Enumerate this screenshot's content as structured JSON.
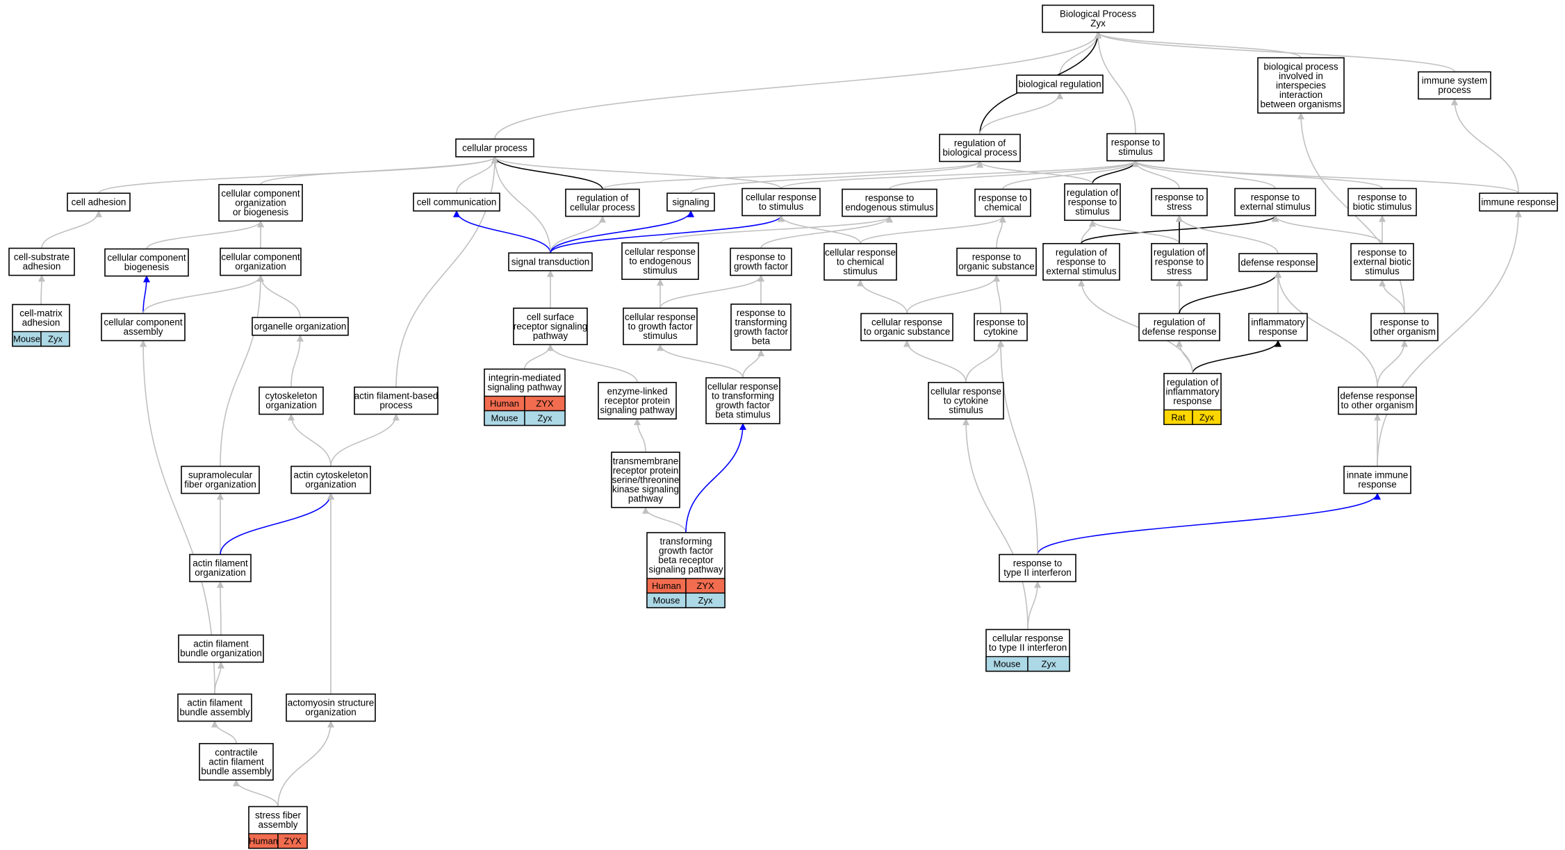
{
  "diagram": {
    "colors": {
      "is_a": "#c0c0c0",
      "regulates": "#000000",
      "part_of": "#0000ff",
      "Human": "#f26c4f",
      "Mouse": "#add8e6",
      "Rat": "#ffd700"
    },
    "nodes": [
      {
        "id": "bp",
        "lines": [
          "Biological Process",
          "Zyx"
        ]
      },
      {
        "id": "biol_reg",
        "lines": [
          "biological regulation"
        ]
      },
      {
        "id": "interspecies",
        "lines": [
          "biological process",
          "involved in",
          "interspecies",
          "interaction",
          "between organisms"
        ]
      },
      {
        "id": "immune_sys",
        "lines": [
          "immune system",
          "process"
        ]
      },
      {
        "id": "cell_proc",
        "lines": [
          "cellular process"
        ]
      },
      {
        "id": "reg_bio",
        "lines": [
          "regulation of",
          "biological process"
        ]
      },
      {
        "id": "resp_stim",
        "lines": [
          "response to",
          "stimulus"
        ]
      },
      {
        "id": "cell_adh",
        "lines": [
          "cell adhesion"
        ]
      },
      {
        "id": "ccob",
        "lines": [
          "cellular component",
          "organization",
          "or biogenesis"
        ]
      },
      {
        "id": "cell_comm",
        "lines": [
          "cell communication"
        ]
      },
      {
        "id": "reg_cell",
        "lines": [
          "regulation of",
          "cellular process"
        ]
      },
      {
        "id": "signaling",
        "lines": [
          "signaling"
        ]
      },
      {
        "id": "cell_resp_stim",
        "lines": [
          "cellular response",
          "to stimulus"
        ]
      },
      {
        "id": "resp_endo",
        "lines": [
          "response to",
          "endogenous stimulus"
        ]
      },
      {
        "id": "resp_chem",
        "lines": [
          "response to",
          "chemical"
        ]
      },
      {
        "id": "reg_resp_stim",
        "lines": [
          "regulation of",
          "response to",
          "stimulus"
        ]
      },
      {
        "id": "resp_stress",
        "lines": [
          "response to",
          "stress"
        ]
      },
      {
        "id": "resp_ext",
        "lines": [
          "response to",
          "external stimulus"
        ]
      },
      {
        "id": "resp_biotic",
        "lines": [
          "response to",
          "biotic stimulus"
        ]
      },
      {
        "id": "immune_resp",
        "lines": [
          "immune response"
        ]
      },
      {
        "id": "cell_sub_adh",
        "lines": [
          "cell-substrate",
          "adhesion"
        ]
      },
      {
        "id": "cc_biogen",
        "lines": [
          "cellular component",
          "biogenesis"
        ]
      },
      {
        "id": "cc_org",
        "lines": [
          "cellular component",
          "organization"
        ]
      },
      {
        "id": "sig_trans",
        "lines": [
          "signal transduction"
        ]
      },
      {
        "id": "cell_resp_endo",
        "lines": [
          "cellular response",
          "to endogenous",
          "stimulus"
        ]
      },
      {
        "id": "resp_gf",
        "lines": [
          "response to",
          "growth factor"
        ]
      },
      {
        "id": "cell_resp_chem",
        "lines": [
          "cellular response",
          "to chemical",
          "stimulus"
        ]
      },
      {
        "id": "resp_org_sub",
        "lines": [
          "response to",
          "organic substance"
        ]
      },
      {
        "id": "reg_resp_ext",
        "lines": [
          "regulation of",
          "response to",
          "external stimulus"
        ]
      },
      {
        "id": "reg_resp_stress",
        "lines": [
          "regulation of",
          "response to",
          "stress"
        ]
      },
      {
        "id": "defense",
        "lines": [
          "defense response"
        ]
      },
      {
        "id": "resp_ext_biotic",
        "lines": [
          "response to",
          "external biotic",
          "stimulus"
        ]
      },
      {
        "id": "cell_matrix",
        "lines": [
          "cell-matrix",
          "adhesion"
        ],
        "tags": [
          [
            "Mouse",
            "Zyx"
          ]
        ]
      },
      {
        "id": "cc_assembly",
        "lines": [
          "cellular component",
          "assembly"
        ]
      },
      {
        "id": "organelle_org",
        "lines": [
          "organelle organization"
        ]
      },
      {
        "id": "csr_sig",
        "lines": [
          "cell surface",
          "receptor signaling",
          "pathway"
        ]
      },
      {
        "id": "cell_resp_gf",
        "lines": [
          "cellular response",
          "to growth factor",
          "stimulus"
        ]
      },
      {
        "id": "resp_tgfb",
        "lines": [
          "response to",
          "transforming",
          "growth factor",
          "beta"
        ]
      },
      {
        "id": "cell_resp_org",
        "lines": [
          "cellular response",
          "to organic substance"
        ]
      },
      {
        "id": "resp_cyto",
        "lines": [
          "response to",
          "cytokine"
        ]
      },
      {
        "id": "reg_def",
        "lines": [
          "regulation of",
          "defense response"
        ]
      },
      {
        "id": "inflam",
        "lines": [
          "inflammatory",
          "response"
        ]
      },
      {
        "id": "resp_other",
        "lines": [
          "response to",
          "other organism"
        ]
      },
      {
        "id": "cytoskel_org",
        "lines": [
          "cytoskeleton",
          "organization"
        ]
      },
      {
        "id": "actin_proc",
        "lines": [
          "actin filament-based",
          "process"
        ]
      },
      {
        "id": "integrin",
        "lines": [
          "integrin-mediated",
          "signaling pathway"
        ],
        "tags": [
          [
            "Human",
            "ZYX"
          ],
          [
            "Mouse",
            "Zyx"
          ]
        ]
      },
      {
        "id": "enzyme",
        "lines": [
          "enzyme-linked",
          "receptor protein",
          "signaling pathway"
        ]
      },
      {
        "id": "cell_resp_tgfb",
        "lines": [
          "cellular response",
          "to transforming",
          "growth factor",
          "beta stimulus"
        ]
      },
      {
        "id": "cell_resp_cyto",
        "lines": [
          "cellular response",
          "to cytokine",
          "stimulus"
        ]
      },
      {
        "id": "reg_inflam",
        "lines": [
          "regulation of",
          "inflammatory",
          "response"
        ],
        "tags": [
          [
            "Rat",
            "Zyx"
          ]
        ]
      },
      {
        "id": "def_other",
        "lines": [
          "defense response",
          "to other organism"
        ]
      },
      {
        "id": "supra",
        "lines": [
          "supramolecular",
          "fiber organization"
        ]
      },
      {
        "id": "actin_cyto",
        "lines": [
          "actin cytoskeleton",
          "organization"
        ]
      },
      {
        "id": "tm_ser",
        "lines": [
          "transmembrane",
          "receptor protein",
          "serine/threonine",
          "kinase signaling",
          "pathway"
        ]
      },
      {
        "id": "innate",
        "lines": [
          "innate immune",
          "response"
        ]
      },
      {
        "id": "tgfb_path",
        "lines": [
          "transforming",
          "growth factor",
          "beta receptor",
          "signaling pathway"
        ],
        "tags": [
          [
            "Human",
            "ZYX"
          ],
          [
            "Mouse",
            "Zyx"
          ]
        ]
      },
      {
        "id": "actin_fil_org",
        "lines": [
          "actin filament",
          "organization"
        ]
      },
      {
        "id": "resp_ifn",
        "lines": [
          "response to",
          "type II interferon"
        ]
      },
      {
        "id": "bundle_org",
        "lines": [
          "actin filament",
          "bundle organization"
        ]
      },
      {
        "id": "cell_resp_ifn",
        "lines": [
          "cellular response",
          "to type II interferon"
        ],
        "tags": [
          [
            "Mouse",
            "Zyx"
          ]
        ]
      },
      {
        "id": "bundle_asm",
        "lines": [
          "actin filament",
          "bundle assembly"
        ]
      },
      {
        "id": "actomyosin",
        "lines": [
          "actomyosin structure",
          "organization"
        ]
      },
      {
        "id": "contractile",
        "lines": [
          "contractile",
          "actin filament",
          "bundle assembly"
        ]
      },
      {
        "id": "stress_fiber",
        "lines": [
          "stress fiber",
          "assembly"
        ],
        "tags": [
          [
            "Human",
            "ZYX"
          ]
        ]
      }
    ],
    "edges": [
      {
        "from": "biol_reg",
        "to": "bp",
        "type": "is_a"
      },
      {
        "from": "interspecies",
        "to": "bp",
        "type": "is_a"
      },
      {
        "from": "immune_sys",
        "to": "bp",
        "type": "is_a"
      },
      {
        "from": "cell_proc",
        "to": "bp",
        "type": "is_a"
      },
      {
        "from": "reg_bio",
        "to": "bp",
        "type": "regulates"
      },
      {
        "from": "reg_bio",
        "to": "biol_reg",
        "type": "is_a"
      },
      {
        "from": "resp_stim",
        "to": "bp",
        "type": "is_a"
      },
      {
        "from": "cell_adh",
        "to": "cell_proc",
        "type": "is_a"
      },
      {
        "from": "ccob",
        "to": "cell_proc",
        "type": "is_a"
      },
      {
        "from": "cell_comm",
        "to": "cell_proc",
        "type": "is_a"
      },
      {
        "from": "reg_cell",
        "to": "cell_proc",
        "type": "regulates"
      },
      {
        "from": "reg_cell",
        "to": "reg_bio",
        "type": "is_a"
      },
      {
        "from": "signaling",
        "to": "reg_bio",
        "type": "is_a"
      },
      {
        "from": "cell_resp_stim",
        "to": "cell_proc",
        "type": "is_a"
      },
      {
        "from": "cell_resp_stim",
        "to": "resp_stim",
        "type": "is_a"
      },
      {
        "from": "resp_endo",
        "to": "resp_stim",
        "type": "is_a"
      },
      {
        "from": "resp_chem",
        "to": "resp_stim",
        "type": "is_a"
      },
      {
        "from": "reg_resp_stim",
        "to": "resp_stim",
        "type": "regulates"
      },
      {
        "from": "reg_resp_stim",
        "to": "reg_bio",
        "type": "is_a"
      },
      {
        "from": "resp_stress",
        "to": "resp_stim",
        "type": "is_a"
      },
      {
        "from": "resp_ext",
        "to": "resp_stim",
        "type": "is_a"
      },
      {
        "from": "resp_biotic",
        "to": "resp_stim",
        "type": "is_a"
      },
      {
        "from": "immune_resp",
        "to": "resp_stim",
        "type": "is_a"
      },
      {
        "from": "immune_resp",
        "to": "immune_sys",
        "type": "is_a"
      },
      {
        "from": "cell_sub_adh",
        "to": "cell_adh",
        "type": "is_a"
      },
      {
        "from": "cell_matrix",
        "to": "cell_sub_adh",
        "type": "is_a"
      },
      {
        "from": "cc_biogen",
        "to": "ccob",
        "type": "is_a"
      },
      {
        "from": "cc_org",
        "to": "ccob",
        "type": "is_a"
      },
      {
        "from": "cc_assembly",
        "to": "cc_biogen",
        "type": "part_of"
      },
      {
        "from": "cc_assembly",
        "to": "cc_org",
        "type": "is_a"
      },
      {
        "from": "organelle_org",
        "to": "cc_org",
        "type": "is_a"
      },
      {
        "from": "cytoskel_org",
        "to": "organelle_org",
        "type": "is_a"
      },
      {
        "from": "actin_proc",
        "to": "cell_proc",
        "type": "is_a"
      },
      {
        "from": "sig_trans",
        "to": "cell_comm",
        "type": "part_of"
      },
      {
        "from": "sig_trans",
        "to": "cell_proc",
        "type": "is_a"
      },
      {
        "from": "sig_trans",
        "to": "reg_cell",
        "type": "is_a"
      },
      {
        "from": "sig_trans",
        "to": "signaling",
        "type": "part_of"
      },
      {
        "from": "sig_trans",
        "to": "cell_resp_stim",
        "type": "part_of"
      },
      {
        "from": "csr_sig",
        "to": "sig_trans",
        "type": "is_a"
      },
      {
        "from": "integrin",
        "to": "csr_sig",
        "type": "is_a"
      },
      {
        "from": "enzyme",
        "to": "csr_sig",
        "type": "is_a"
      },
      {
        "from": "tm_ser",
        "to": "enzyme",
        "type": "is_a"
      },
      {
        "from": "tgfb_path",
        "to": "tm_ser",
        "type": "is_a"
      },
      {
        "from": "tgfb_path",
        "to": "cell_resp_tgfb",
        "type": "part_of"
      },
      {
        "from": "cell_resp_endo",
        "to": "resp_endo",
        "type": "is_a"
      },
      {
        "from": "resp_gf",
        "to": "resp_endo",
        "type": "is_a"
      },
      {
        "from": "cell_resp_gf",
        "to": "cell_resp_endo",
        "type": "is_a"
      },
      {
        "from": "cell_resp_gf",
        "to": "resp_gf",
        "type": "is_a"
      },
      {
        "from": "resp_tgfb",
        "to": "resp_gf",
        "type": "is_a"
      },
      {
        "from": "cell_resp_tgfb",
        "to": "cell_resp_gf",
        "type": "is_a"
      },
      {
        "from": "cell_resp_tgfb",
        "to": "resp_tgfb",
        "type": "is_a"
      },
      {
        "from": "cell_resp_chem",
        "to": "cell_resp_stim",
        "type": "is_a"
      },
      {
        "from": "cell_resp_chem",
        "to": "resp_chem",
        "type": "is_a"
      },
      {
        "from": "resp_org_sub",
        "to": "resp_chem",
        "type": "is_a"
      },
      {
        "from": "cell_resp_org",
        "to": "cell_resp_chem",
        "type": "is_a"
      },
      {
        "from": "cell_resp_org",
        "to": "resp_org_sub",
        "type": "is_a"
      },
      {
        "from": "resp_cyto",
        "to": "resp_org_sub",
        "type": "is_a"
      },
      {
        "from": "cell_resp_cyto",
        "to": "cell_resp_org",
        "type": "is_a"
      },
      {
        "from": "cell_resp_cyto",
        "to": "resp_cyto",
        "type": "is_a"
      },
      {
        "from": "reg_resp_ext",
        "to": "reg_resp_stim",
        "type": "is_a"
      },
      {
        "from": "reg_resp_ext",
        "to": "resp_ext",
        "type": "regulates"
      },
      {
        "from": "reg_resp_stress",
        "to": "reg_resp_stim",
        "type": "is_a"
      },
      {
        "from": "reg_resp_stress",
        "to": "resp_stress",
        "type": "regulates"
      },
      {
        "from": "defense",
        "to": "resp_stress",
        "type": "is_a"
      },
      {
        "from": "resp_ext_biotic",
        "to": "resp_ext",
        "type": "is_a"
      },
      {
        "from": "resp_ext_biotic",
        "to": "resp_biotic",
        "type": "is_a"
      },
      {
        "from": "reg_def",
        "to": "reg_resp_stress",
        "type": "is_a"
      },
      {
        "from": "reg_def",
        "to": "defense",
        "type": "regulates"
      },
      {
        "from": "inflam",
        "to": "defense",
        "type": "is_a"
      },
      {
        "from": "resp_other",
        "to": "resp_ext_biotic",
        "type": "is_a"
      },
      {
        "from": "resp_other",
        "to": "interspecies",
        "type": "is_a"
      },
      {
        "from": "reg_inflam",
        "to": "reg_def",
        "type": "is_a"
      },
      {
        "from": "reg_inflam",
        "to": "inflam",
        "type": "regulates"
      },
      {
        "from": "reg_inflam",
        "to": "reg_resp_ext",
        "type": "is_a"
      },
      {
        "from": "def_other",
        "to": "resp_other",
        "type": "is_a"
      },
      {
        "from": "def_other",
        "to": "defense",
        "type": "is_a"
      },
      {
        "from": "innate",
        "to": "def_other",
        "type": "is_a"
      },
      {
        "from": "innate",
        "to": "immune_resp",
        "type": "is_a"
      },
      {
        "from": "resp_ifn",
        "to": "innate",
        "type": "part_of"
      },
      {
        "from": "resp_ifn",
        "to": "resp_cyto",
        "type": "is_a"
      },
      {
        "from": "cell_resp_ifn",
        "to": "resp_ifn",
        "type": "is_a"
      },
      {
        "from": "cell_resp_ifn",
        "to": "cell_resp_cyto",
        "type": "is_a"
      },
      {
        "from": "actin_cyto",
        "to": "cytoskel_org",
        "type": "is_a"
      },
      {
        "from": "actin_cyto",
        "to": "actin_proc",
        "type": "is_a"
      },
      {
        "from": "supra",
        "to": "cc_org",
        "type": "is_a"
      },
      {
        "from": "actin_fil_org",
        "to": "supra",
        "type": "is_a"
      },
      {
        "from": "actin_fil_org",
        "to": "actin_cyto",
        "type": "part_of"
      },
      {
        "from": "bundle_org",
        "to": "actin_fil_org",
        "type": "is_a"
      },
      {
        "from": "bundle_asm",
        "to": "bundle_org",
        "type": "is_a"
      },
      {
        "from": "bundle_asm",
        "to": "cc_assembly",
        "type": "is_a"
      },
      {
        "from": "actomyosin",
        "to": "actin_cyto",
        "type": "is_a"
      },
      {
        "from": "contractile",
        "to": "bundle_asm",
        "type": "is_a"
      },
      {
        "from": "stress_fiber",
        "to": "contractile",
        "type": "is_a"
      },
      {
        "from": "stress_fiber",
        "to": "actomyosin",
        "type": "is_a"
      }
    ]
  }
}
